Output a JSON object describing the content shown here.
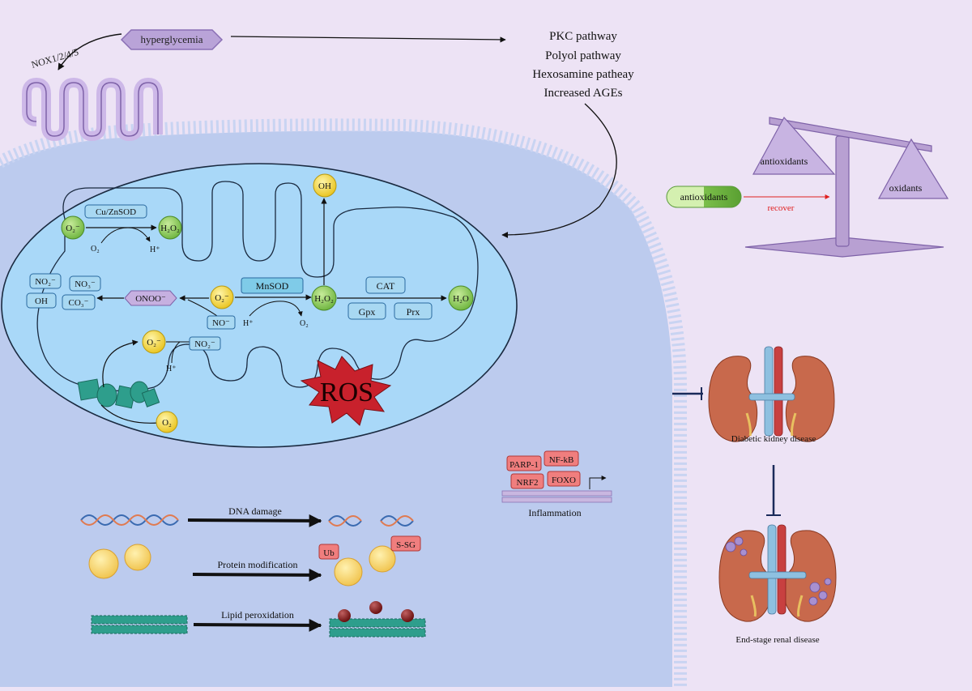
{
  "top": {
    "hyperglycemia": "hyperglycemia",
    "nox": "NOX1/2/4/5",
    "pathways": [
      "PKC pathway",
      "Polyol pathway",
      "Hexosamine patheay",
      "Increased AGEs"
    ]
  },
  "mito": {
    "sod1": "Cu/ZnSOD",
    "o2_radical": "O₂⁻",
    "h2o2": "H₂O₂",
    "o2": "O₂",
    "h_plus": "H⁺",
    "no2_minus": "NO₂⁻",
    "no3_minus": "NO₃⁻",
    "oh_minus": "OH",
    "co3_minus": "CO₃⁻",
    "onoo": "ONOO⁻",
    "no_radical": "NO⁻",
    "mnsod": "MnSOD",
    "cat": "CAT",
    "gpx": "Gpx",
    "prx": "Prx",
    "h2o": "H₂O",
    "oh_radical": "OH",
    "ros": "ROS"
  },
  "balance": {
    "antioxidants_pill": "antioxidants",
    "recover": "recover",
    "left_pan": "antioxidants",
    "right_pan": "oxidants"
  },
  "nucleus": {
    "factors": [
      "PARP-1",
      "NF-kB",
      "NRF2",
      "FOXO"
    ],
    "label": "Inflammation"
  },
  "damage": {
    "dna": "DNA damage",
    "protein": "Protein modification",
    "lipid": "Lipid peroxidation",
    "ub": "Ub",
    "ssg": "S-SG"
  },
  "kidney": {
    "dkd": "Diabetic kidney disease",
    "esrd": "End-stage renal disease"
  },
  "colors": {
    "background": "#ede3f5",
    "cell": "#bccbee",
    "mito_outer": "#a9d8f8",
    "green_node": "#8dcc5a",
    "yellow_node": "#f6d83e",
    "enzyme_box": "#a8d8f2",
    "ros_star": "#c8212c",
    "factor_box": "#f07e7e",
    "membrane_dna": "#2e9e8c",
    "kidney": "#c8694c",
    "scale": "#b8a0d2"
  }
}
